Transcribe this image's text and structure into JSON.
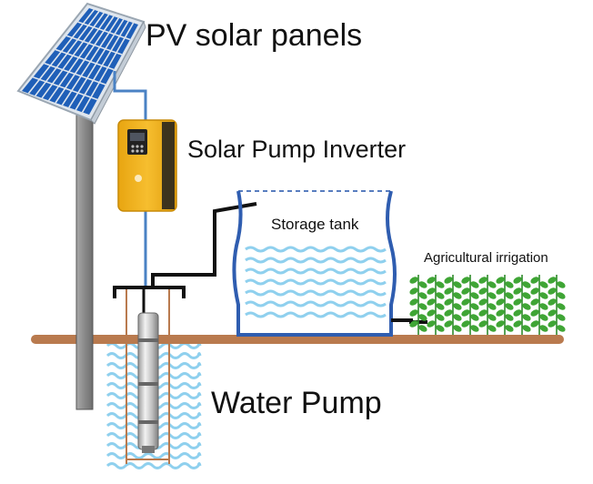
{
  "labels": {
    "pv_panels": "PV solar panels",
    "inverter": "Solar Pump Inverter",
    "storage_tank": "Storage tank",
    "irrigation": "Agricultural irrigation",
    "water_pump": "Water Pump"
  },
  "colors": {
    "ground": "#b97a4e",
    "pole": "#8a8a8a",
    "panel_cell": "#1f5fb8",
    "panel_frame": "#dfe6ee",
    "inverter_body": "#f0b11c",
    "wire": "#4a82c4",
    "pipe": "#111111",
    "water_wave": "#8fd0ee",
    "tank_outline": "#2f5db0",
    "plants": "#3fa535"
  }
}
